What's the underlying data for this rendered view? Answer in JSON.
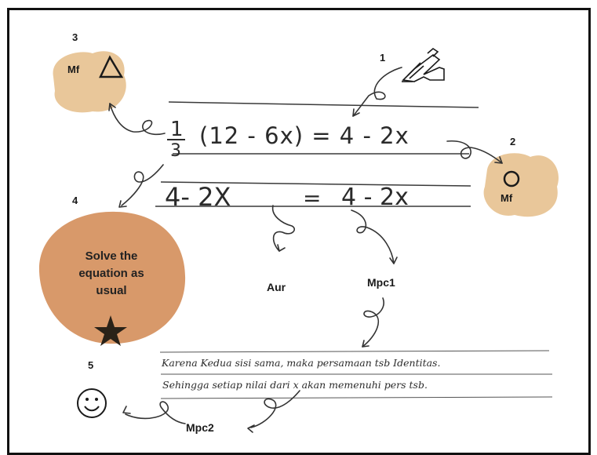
{
  "colors": {
    "blob_light": "#e9c79a",
    "blob_dark": "#d8996a",
    "ink": "#1f1f1f",
    "paper_line": "#3a3a3a"
  },
  "steps": {
    "step1": {
      "number": "1",
      "icon": "hand-writing-icon"
    },
    "step2": {
      "number": "2",
      "code": "Mf",
      "icon": "circle-icon"
    },
    "step3": {
      "number": "3",
      "code": "Mf",
      "icon": "triangle-icon"
    },
    "step4": {
      "number": "4",
      "text_line1": "Solve the",
      "text_line2": "equation as",
      "text_line3": "usual",
      "icon": "star-icon"
    },
    "step5": {
      "number": "5",
      "icon": "smiley-icon"
    }
  },
  "equation": {
    "line1_frac_num": "1",
    "line1_frac_den": "3",
    "line1_rest": "(12 - 6x) = 4 - 2x",
    "line2_left": "4- 2X",
    "line2_eq": "=",
    "line2_right": "4 - 2x"
  },
  "codes": {
    "aur": "Aur",
    "mpc1": "Mpc1",
    "mpc2": "Mpc2"
  },
  "note": {
    "line1": "Karena Kedua sisi sama, maka persamaan tsb Identitas.",
    "line2": "Sehingga setiap nilai dari x akan memenuhi pers tsb."
  }
}
